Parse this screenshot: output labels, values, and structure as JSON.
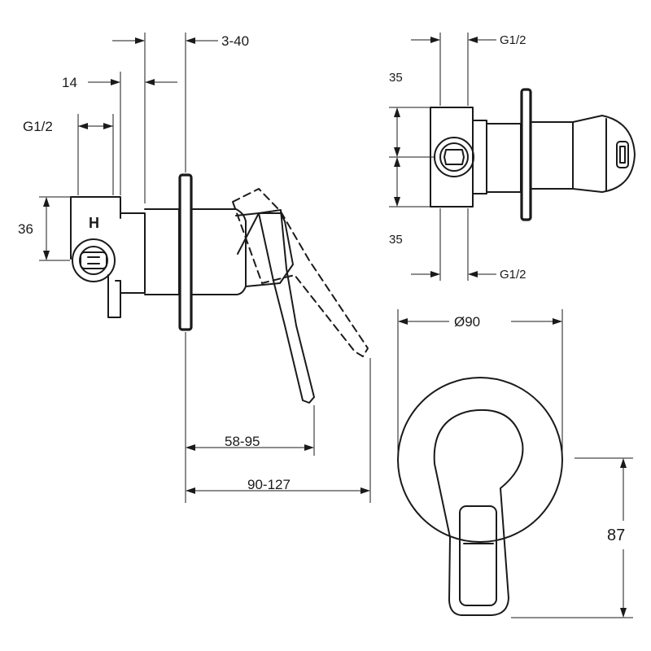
{
  "side_view": {
    "dims": {
      "wall_plate_range": "3-40",
      "body_offset": "14",
      "inlet_thread": "G1/2",
      "inlet_height": "36",
      "handle_reach": "58-95",
      "total_depth": "90-127"
    },
    "hot_marker": "H"
  },
  "top_view": {
    "dims": {
      "thread_top": "G1/2",
      "spacing_top": "35",
      "spacing_bottom": "35",
      "thread_bottom": "G1/2"
    }
  },
  "front_view": {
    "dims": {
      "plate_diameter": "Ø90",
      "handle_height": "87"
    }
  }
}
